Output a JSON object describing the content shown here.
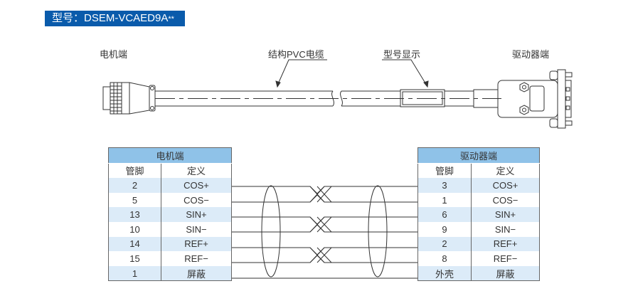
{
  "header": {
    "model_prefix": "型号：DSEM-VCAED9A",
    "model_suffix": "**"
  },
  "diagram_labels": {
    "motor_end": "电机端",
    "cable": "结构PVC电缆",
    "model_display": "型号显示",
    "drive_end": "驱动器端"
  },
  "motor_table": {
    "title": "电机端",
    "columns": [
      "管脚",
      "定义"
    ],
    "rows": [
      {
        "pin": "2",
        "def": "COS+"
      },
      {
        "pin": "5",
        "def": "COS−"
      },
      {
        "pin": "13",
        "def": "SIN+"
      },
      {
        "pin": "10",
        "def": "SIN−"
      },
      {
        "pin": "14",
        "def": "REF+"
      },
      {
        "pin": "15",
        "def": "REF−"
      },
      {
        "pin": "1",
        "def": "屏蔽"
      }
    ]
  },
  "drive_table": {
    "title": "驱动器端",
    "columns": [
      "管脚",
      "定义"
    ],
    "rows": [
      {
        "pin": "3",
        "def": "COS+"
      },
      {
        "pin": "1",
        "def": "COS−"
      },
      {
        "pin": "6",
        "def": "SIN+"
      },
      {
        "pin": "9",
        "def": "SIN−"
      },
      {
        "pin": "2",
        "def": "REF+"
      },
      {
        "pin": "8",
        "def": "REF−"
      },
      {
        "pin": "外壳",
        "def": "屏蔽"
      }
    ]
  },
  "colors": {
    "brand_blue": "#0a5bab",
    "table_header": "#8fc2e8",
    "table_stripe": "#dcebf8"
  }
}
